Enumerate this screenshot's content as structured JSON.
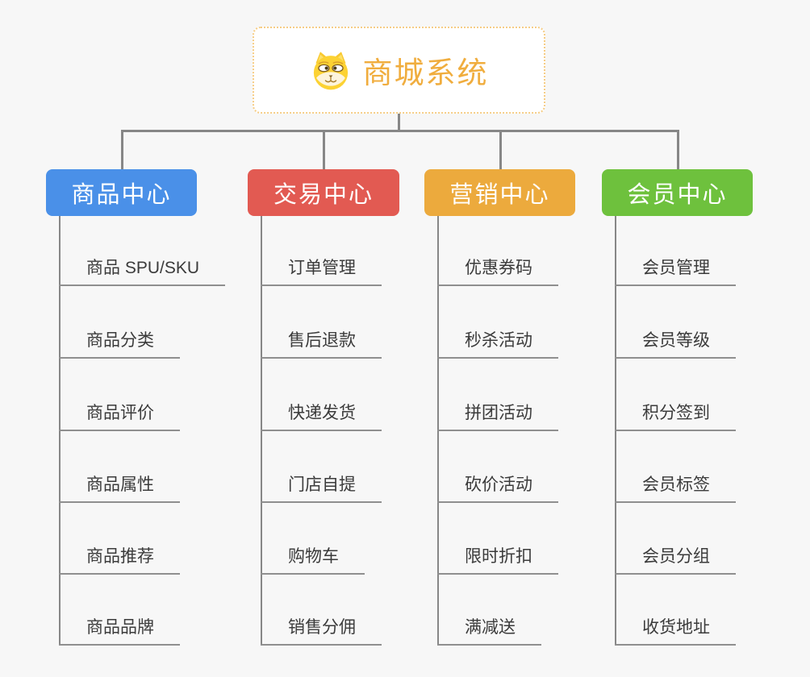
{
  "background": "#f7f7f7",
  "connector_color": "#878787",
  "root": {
    "title": "商城系统",
    "icon": "dog-face-icon",
    "accent_color": "#f0ad3e",
    "border_color": "#f6cd86"
  },
  "categories": [
    {
      "label": "商品中心",
      "color": "#4a90e8",
      "children": [
        "商品 SPU/SKU",
        "商品分类",
        "商品评价",
        "商品属性",
        "商品推荐",
        "商品品牌"
      ]
    },
    {
      "label": "交易中心",
      "color": "#e25a52",
      "children": [
        "订单管理",
        "售后退款",
        "快递发货",
        "门店自提",
        "购物车",
        "销售分佣"
      ]
    },
    {
      "label": "营销中心",
      "color": "#ecaa3d",
      "children": [
        "优惠券码",
        "秒杀活动",
        "拼团活动",
        "砍价活动",
        "限时折扣",
        "满减送"
      ]
    },
    {
      "label": "会员中心",
      "color": "#6ec13d",
      "children": [
        "会员管理",
        "会员等级",
        "积分签到",
        "会员标签",
        "会员分组",
        "收货地址"
      ]
    }
  ]
}
